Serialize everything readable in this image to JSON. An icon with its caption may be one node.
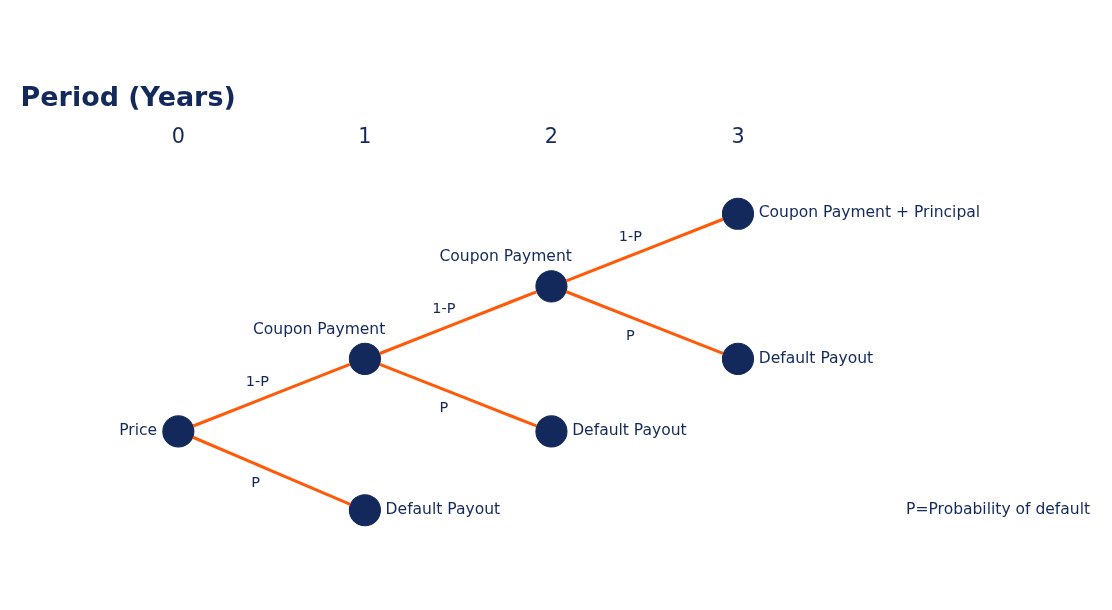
{
  "diagram": {
    "title": "Period (Years)",
    "nodes": [
      {
        "text": [],
        "shape": "circle",
        "beside": [
          "Price"
        ]
      },
      {
        "text": [],
        "shape": "circle",
        "beside": [
          "Coupon Payment"
        ]
      },
      {
        "text": [],
        "shape": "circle",
        "beside": [
          "Default Payout"
        ]
      },
      {
        "text": [],
        "shape": "circle",
        "beside": [
          "Coupon Payment"
        ]
      },
      {
        "text": [],
        "shape": "circle",
        "beside": [
          "Default Payout"
        ]
      },
      {
        "text": [],
        "shape": "circle",
        "beside": [
          "Coupon Payment + Principal"
        ]
      },
      {
        "text": [],
        "shape": "circle",
        "beside": [
          "Default Payout"
        ]
      }
    ],
    "edges": [
      {
        "from": 0,
        "to": 1,
        "arrow": "none",
        "label": "1-P"
      },
      {
        "from": 0,
        "to": 2,
        "arrow": "none",
        "label": "P"
      },
      {
        "from": 1,
        "to": 3,
        "arrow": "none",
        "label": "1-P"
      },
      {
        "from": 1,
        "to": 4,
        "arrow": "none",
        "label": "P"
      },
      {
        "from": 3,
        "to": 5,
        "arrow": "none",
        "label": "1-P"
      },
      {
        "from": 3,
        "to": 6,
        "arrow": "none",
        "label": "P"
      }
    ],
    "labels": [
      "0",
      "1",
      "2",
      "3",
      "P=Probability of default"
    ]
  }
}
